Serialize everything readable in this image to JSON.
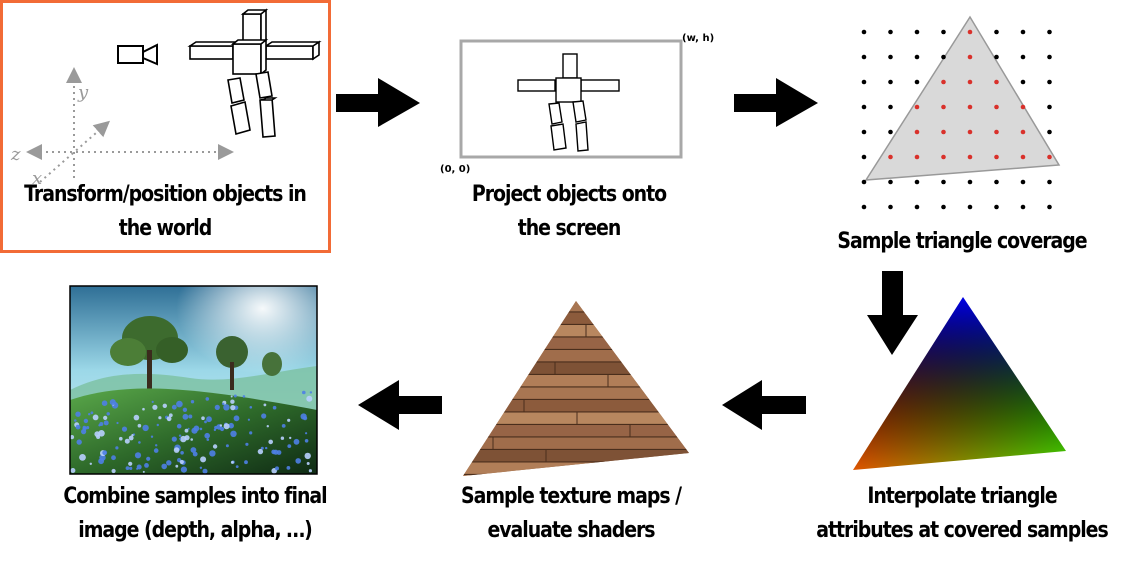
{
  "stages": [
    {
      "id": "transform",
      "caption_lines": [
        "Transform/position objects in",
        "the world"
      ],
      "highlighted": true
    },
    {
      "id": "project",
      "caption_lines": [
        "Project objects onto",
        "the screen"
      ]
    },
    {
      "id": "sample_coverage",
      "caption_lines": [
        "Sample triangle coverage"
      ]
    },
    {
      "id": "interpolate",
      "caption_lines": [
        "Interpolate triangle",
        "attributes at covered samples"
      ]
    },
    {
      "id": "texture",
      "caption_lines": [
        "Sample texture maps /",
        "evaluate shaders"
      ]
    },
    {
      "id": "combine",
      "caption_lines": [
        "Combine samples into final",
        "image (depth, alpha, …)"
      ]
    }
  ],
  "axes": {
    "y": "y",
    "z": "z",
    "x": "x"
  },
  "screen_labels": {
    "top_right": "(w, h)",
    "bottom_left": "(0, 0)"
  },
  "colors": {
    "highlight_border": "#f26b36",
    "covered_sample": "#d9312b",
    "uncovered_sample": "#000000",
    "triangle_fill": "#d9d9d9",
    "screen_border": "#a8a8a8",
    "axis_gray": "#9a9a9a"
  }
}
